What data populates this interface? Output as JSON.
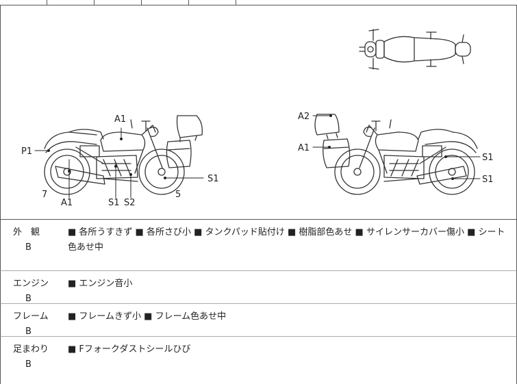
{
  "diagram": {
    "left_bike": {
      "labels": [
        "A1",
        "P1",
        "7",
        "A1",
        "S1",
        "S2",
        "5",
        "S1"
      ]
    },
    "right_bike": {
      "labels": [
        "A2",
        "A1",
        "S1",
        "S1"
      ]
    }
  },
  "rows": [
    {
      "category": "外　観",
      "grade": "B",
      "items": "■ 各所うすきず ■ 各所さび小 ■ タンクパッド貼付け ■ 樹脂部色あせ ■ サイレンサーカバー傷小 ■ シート色あせ中"
    },
    {
      "category": "エンジン",
      "grade": "B",
      "items": "■ エンジン音小"
    },
    {
      "category": "フレーム",
      "grade": "B",
      "items": "■ フレームきず小 ■ フレーム色あせ中"
    },
    {
      "category": "足まわり",
      "grade": "B",
      "items": "■ Fフォークダストシールひび"
    }
  ]
}
